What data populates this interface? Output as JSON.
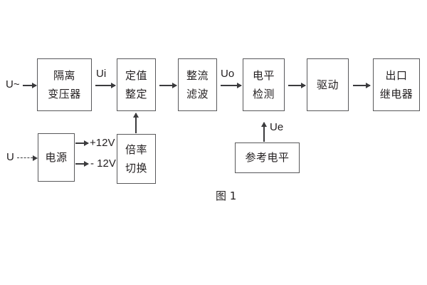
{
  "diagram": {
    "caption": "图 1",
    "blocks": [
      {
        "id": "isolation-transformer",
        "lines": [
          "隔离",
          "变压器"
        ]
      },
      {
        "id": "setting-value",
        "lines": [
          "定值",
          "整定"
        ]
      },
      {
        "id": "rectify-filter",
        "lines": [
          "整流",
          "滤波"
        ]
      },
      {
        "id": "level-detection",
        "lines": [
          "电平",
          "检测"
        ]
      },
      {
        "id": "drive",
        "lines": [
          "驱动"
        ]
      },
      {
        "id": "output-relay",
        "lines": [
          "出口",
          "继电器"
        ]
      },
      {
        "id": "power-supply",
        "lines": [
          "电源"
        ]
      },
      {
        "id": "multiplier-switch",
        "lines": [
          "倍率",
          "切换"
        ]
      },
      {
        "id": "reference-level",
        "lines": [
          "参考电平"
        ]
      }
    ],
    "labels": {
      "input_ac": "U~",
      "input_dc": "U",
      "signal_ui": "Ui",
      "signal_uo": "Uo",
      "signal_ue": "Ue",
      "rail_positive": "+12V",
      "rail_negative": "- 12V"
    },
    "colors": {
      "box_border": "#58585a",
      "arrow": "#3b3b3d",
      "text": "#231f20",
      "background": "#ffffff"
    }
  }
}
